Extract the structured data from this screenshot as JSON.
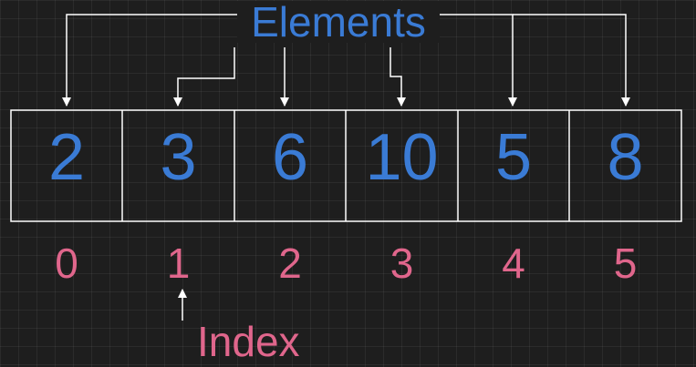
{
  "title": "Elements",
  "array_values": [
    "2",
    "3",
    "6",
    "10",
    "5",
    "8"
  ],
  "indices": [
    "0",
    "1",
    "2",
    "3",
    "4",
    "5"
  ],
  "index_label": "Index",
  "colors": {
    "background": "#1e1e1e",
    "value_text": "#3a7bd5",
    "index_text": "#e0668c",
    "lines": "#ffffff"
  }
}
